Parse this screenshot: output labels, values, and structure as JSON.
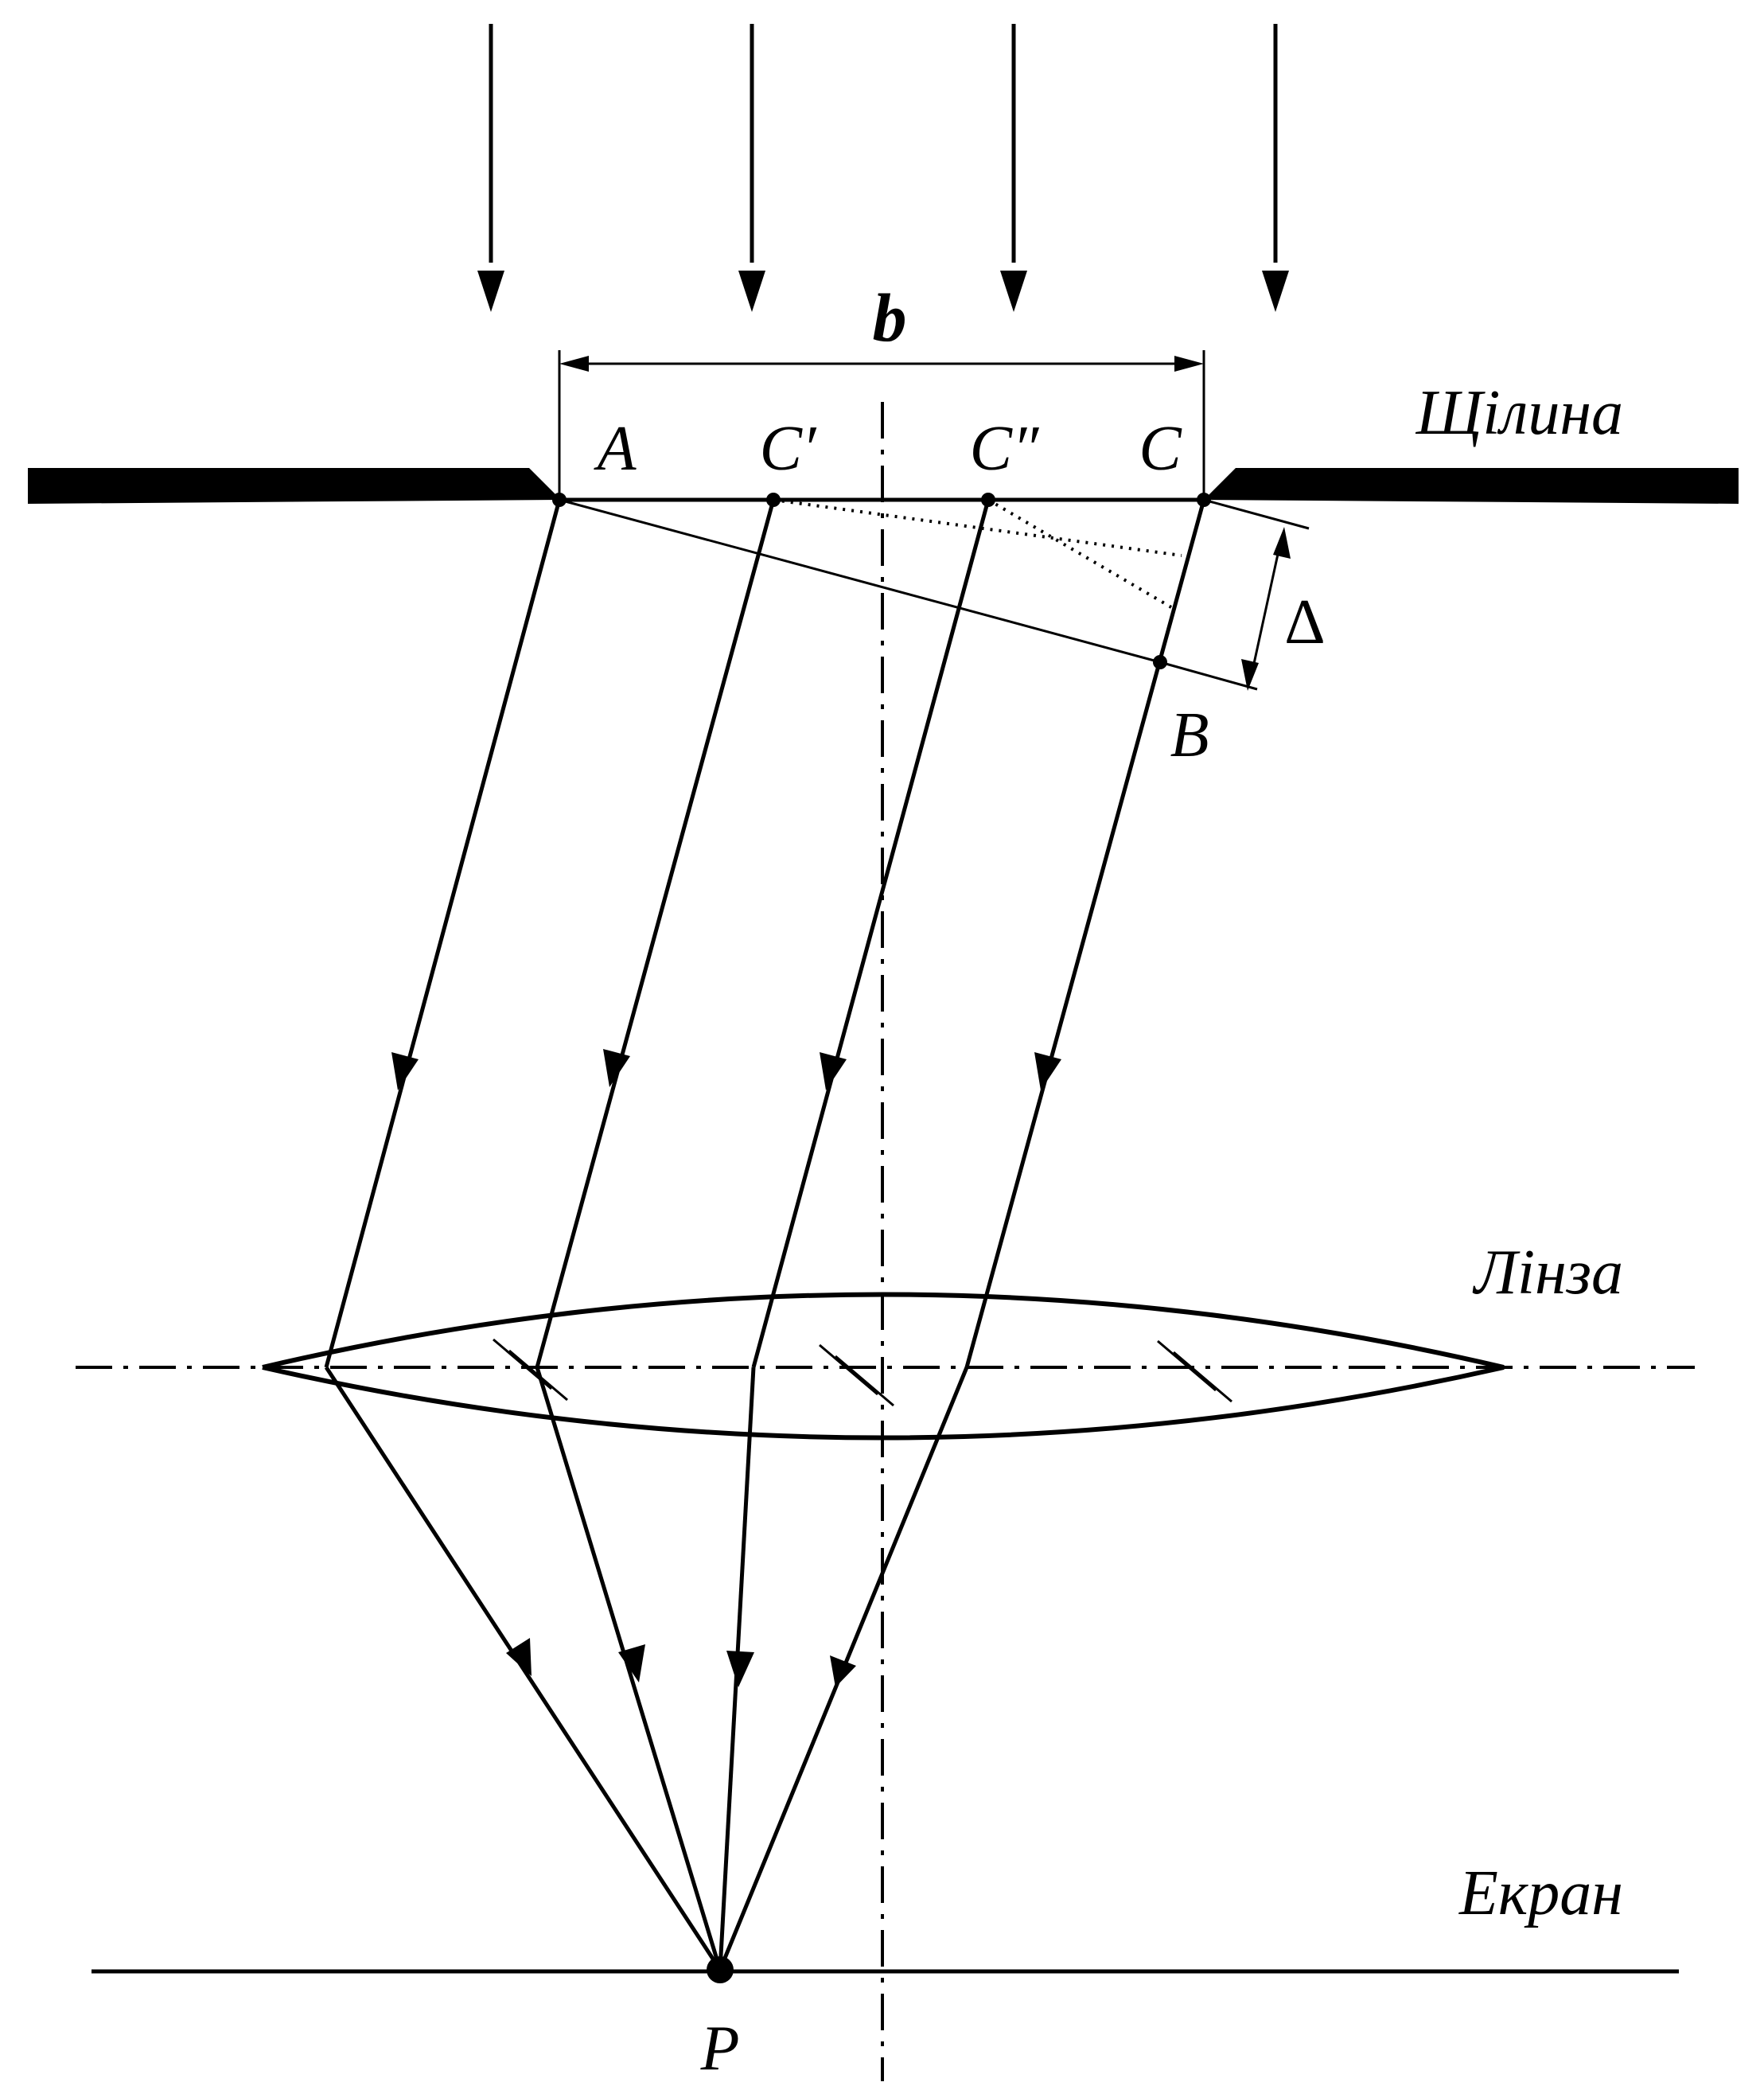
{
  "labels": {
    "slit": "Щілина",
    "lens": "Лінза",
    "screen": "Екран",
    "width": "b",
    "point_a": "A",
    "point_c1": "C′",
    "point_c2": "C″",
    "point_c": "C",
    "point_b": "B",
    "delta": "Δ",
    "point_p": "P"
  }
}
